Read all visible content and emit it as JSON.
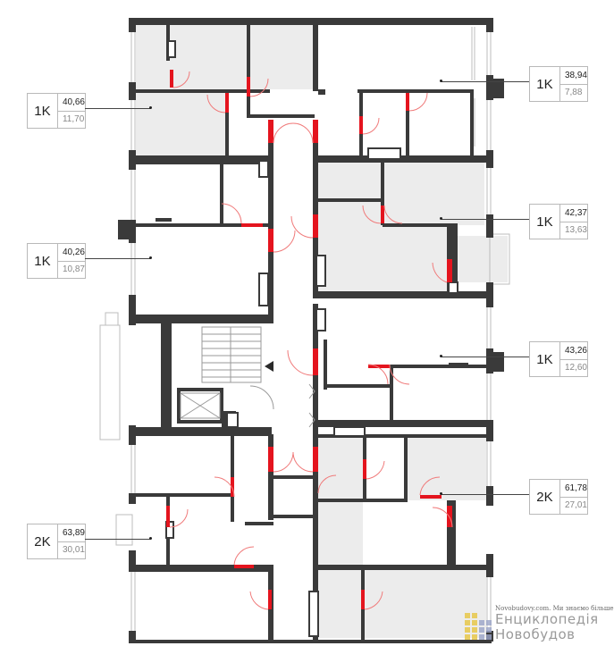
{
  "apartments": [
    {
      "type": "1K",
      "total": "40,66",
      "living": "11,70"
    },
    {
      "type": "1K",
      "total": "40,26",
      "living": "10,87"
    },
    {
      "type": "2K",
      "total": "63,89",
      "living": "30,01"
    },
    {
      "type": "1K",
      "total": "38,94",
      "living": "7,88"
    },
    {
      "type": "1K",
      "total": "42,37",
      "living": "13,63"
    },
    {
      "type": "1K",
      "total": "43,26",
      "living": "12,60"
    },
    {
      "type": "2K",
      "total": "61,78",
      "living": "27,01"
    }
  ],
  "watermark": {
    "site": "Novobudovy.com. Ми знаємо більше",
    "line1": "Енциклопедія",
    "line2": "Новобудов"
  },
  "colors": {
    "wall": "#3a3a3a",
    "fill": "#ececec",
    "door": "#e4141e",
    "window": "#c8c8c8"
  }
}
